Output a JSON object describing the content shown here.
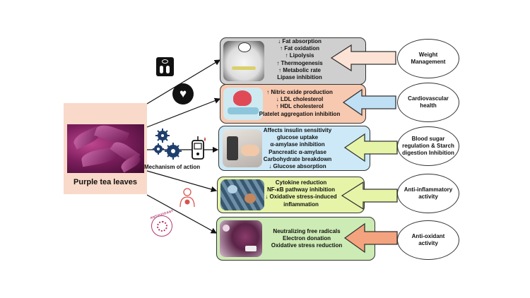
{
  "source": {
    "title": "Purple tea leaves"
  },
  "mechanism_label": "Mechanism of action",
  "antioxidant_badge_text": "ANTIOXIDANT",
  "icons": [
    "scale-icon",
    "heart-icon",
    "virus-icon",
    "glucometer-icon",
    "inflammation-body-icon",
    "antioxidant-badge-icon"
  ],
  "pathways": [
    {
      "effects": [
        "↓ Fat absorption",
        "↑ Fat oxidation",
        "↑ Lipolysis",
        "↑ Thermogenesis",
        "↑ Metabolic rate",
        "Lipase inhibition"
      ],
      "outcome": "Weight Management",
      "box_color": "#cfcfcf",
      "arrow_color": "#fde3d6"
    },
    {
      "effects": [
        "↑ Nitric oxide production",
        "↓ LDL cholesterol",
        "↑ HDL cholesterol",
        "Platelet aggregation inhibition"
      ],
      "outcome": "Cardiovascular health",
      "box_color": "#f7c9b0",
      "arrow_color": "#bfe0f4"
    },
    {
      "effects": [
        "Affects insulin sensitivity",
        "glucose uptake",
        "α-amylase inhibition",
        "Pancreatic α-amylase",
        "Carbohydrate breakdown",
        "↓ Glucose absorption"
      ],
      "outcome": "Blood sugar regulation & Starch digestion Inhibition",
      "box_color": "#cde9f7",
      "arrow_color": "#e6f4a8"
    },
    {
      "effects": [
        "Cytokine reduction",
        "NF-κB pathway inhibition",
        "↓ Oxidative stress-induced inflammation"
      ],
      "outcome": "Anti-inflammatory activity",
      "box_color": "#e6f4a8",
      "arrow_color": "#e6f4a8"
    },
    {
      "effects": [
        "Neutralizing free radicals",
        "Electron donation",
        "Oxidative stress reduction"
      ],
      "outcome": "Anti-oxidant activity",
      "box_color": "#cdebb4",
      "arrow_color": "#f4a37f"
    }
  ]
}
